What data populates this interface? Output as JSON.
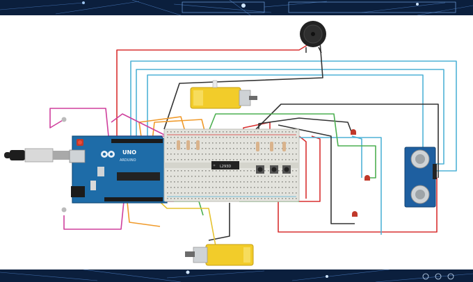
{
  "diagram": {
    "ic_label": "L293D",
    "board_label": "UNO",
    "board_sublabel": "ARDUINO"
  },
  "colors": {
    "background_band": "#0b1f3d",
    "canvas": "#ffffff",
    "board": "#1e6ca8",
    "breadboard": "#e3e3dd",
    "motor": "#f2cc2a",
    "wire_red": "#d93030",
    "wire_cyan": "#4fb2d6",
    "wire_dark": "#333333",
    "wire_green": "#4caf50",
    "wire_orange": "#f09a2a",
    "wire_yellow": "#e6c22e",
    "wire_magenta": "#cf3f9c"
  },
  "icons": [
    "buzzer-icon",
    "motor-icon",
    "led-icon",
    "ultrasonic-sensor-icon",
    "push-button-icon",
    "usb-cable-icon"
  ]
}
